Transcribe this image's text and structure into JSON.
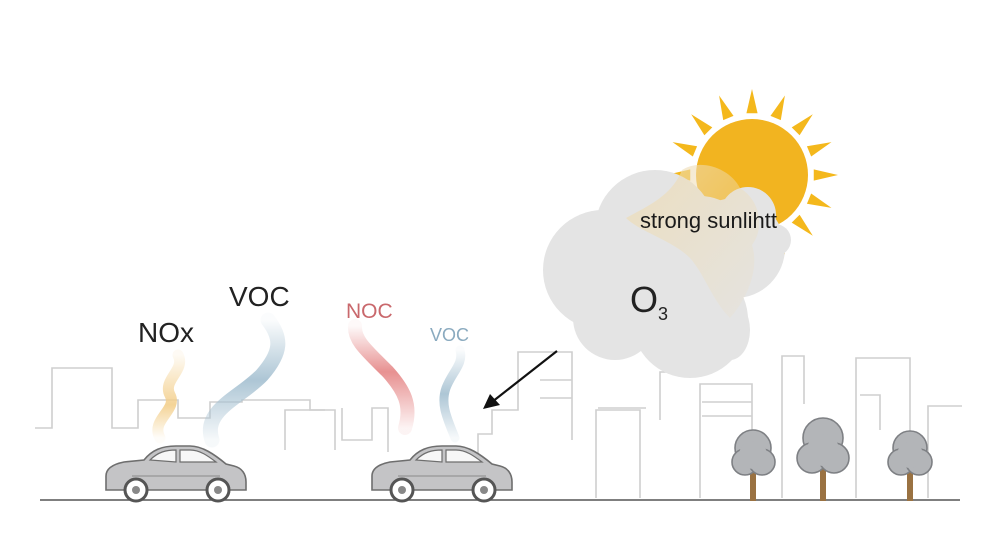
{
  "labels": {
    "nox_left": "NOx",
    "voc_left": "VOC",
    "noc_middle": "NOC",
    "voc_middle": "VOC",
    "ozone": "O",
    "ozone_sub": "3",
    "sunlight": "strong sunlihtt"
  },
  "colors": {
    "skyline": "#cfcfcf",
    "ground": "#555555",
    "sun": "#f2b420",
    "sun_ray": "#f4b81c",
    "cloud": "#e4e4e4",
    "haze": "#eedcb4",
    "car_body": "#c4c4c6",
    "car_outline": "#6e6e6e",
    "tree_crown": "#b3b5b8",
    "tree_trunk": "#9a7242",
    "plume_yellow": "#f3cf8c",
    "plume_blue": "#a9c3d3",
    "plume_red": "#e68b8b",
    "label_red": "#c9686c",
    "label_blue": "#8aaabf",
    "text": "#222222"
  }
}
